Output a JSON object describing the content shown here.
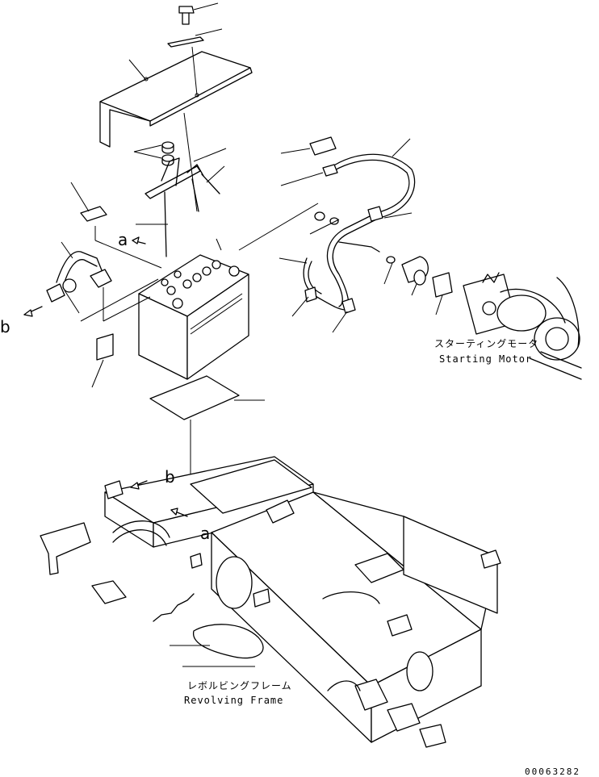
{
  "labels": {
    "starting_motor_jp": "スターティングモータ",
    "starting_motor_en": "Starting Motor",
    "revolving_frame_jp": "レボルビングフレーム",
    "revolving_frame_en": "Revolving Frame",
    "view_a_top": "a",
    "view_a_bottom": "a",
    "view_b_left": "b",
    "view_b_frame": "b"
  },
  "drawing_number": "00063282"
}
